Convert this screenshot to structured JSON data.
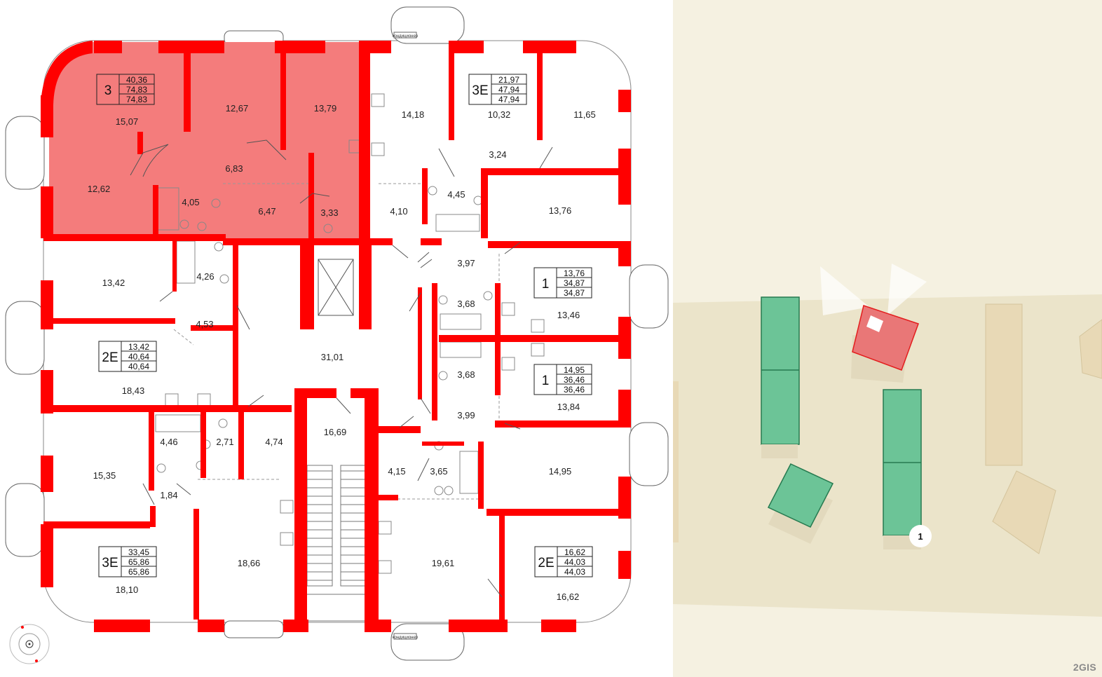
{
  "colors": {
    "wall": "#ff0000",
    "selected_fill": "#f47c7c",
    "site_bg": "#f5f1e1",
    "site_ground": "#ebe4ca",
    "building_green": "#6cc497",
    "building_selected": "#e97777",
    "building_neutral": "#e8d9b6"
  },
  "apartments": [
    {
      "type": "3",
      "areas": [
        "40,36",
        "74,83",
        "74,83"
      ],
      "selected": true
    },
    {
      "type": "3Е",
      "areas": [
        "21,97",
        "47,94",
        "47,94"
      ],
      "selected": false
    },
    {
      "type": "1",
      "areas": [
        "13,76",
        "34,87",
        "34,87"
      ],
      "selected": false
    },
    {
      "type": "2Е",
      "areas": [
        "13,42",
        "40,64",
        "40,64"
      ],
      "selected": false
    },
    {
      "type": "1",
      "areas": [
        "14,95",
        "36,46",
        "36,46"
      ],
      "selected": false
    },
    {
      "type": "3Е",
      "areas": [
        "33,45",
        "65,86",
        "65,86"
      ],
      "selected": false
    },
    {
      "type": "2Е",
      "areas": [
        "16,62",
        "44,03",
        "44,03"
      ],
      "selected": false
    }
  ],
  "rooms": [
    "15,07",
    "12,67",
    "13,79",
    "14,18",
    "10,32",
    "11,65",
    "3,24",
    "12,62",
    "6,83",
    "4,05",
    "6,47",
    "3,33",
    "4,10",
    "4,45",
    "13,76",
    "3,97",
    "13,42",
    "4,26",
    "4,53",
    "3,68",
    "13,46",
    "31,01",
    "18,43",
    "3,68",
    "13,84",
    "3,99",
    "16,69",
    "15,35",
    "4,46",
    "2,71",
    "4,74",
    "4,15",
    "3,65",
    "14,95",
    "1,84",
    "18,66",
    "19,61",
    "18,10",
    "16,62"
  ],
  "ac_label": "кондиционер",
  "site": {
    "building_badge": "1"
  },
  "brand": "2GIS"
}
